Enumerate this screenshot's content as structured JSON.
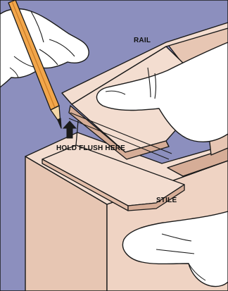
{
  "labels": {
    "rail": "RAIL",
    "stile": "STILE",
    "hold_flush": "HOLD FLUSH HERE"
  },
  "colors": {
    "background": "#8c8fbe",
    "wood_top": "#f3ddd0",
    "wood_side": "#e7c6b3",
    "wood_shadow": "#d6ad97",
    "skin": "#ffffff",
    "pencil_body": "#f1a64b",
    "pencil_wood": "#f4d8a8",
    "outline": "#1a1a1a"
  },
  "icons": {
    "arrow": "up-arrow-icon",
    "pencil": "pencil-icon"
  }
}
